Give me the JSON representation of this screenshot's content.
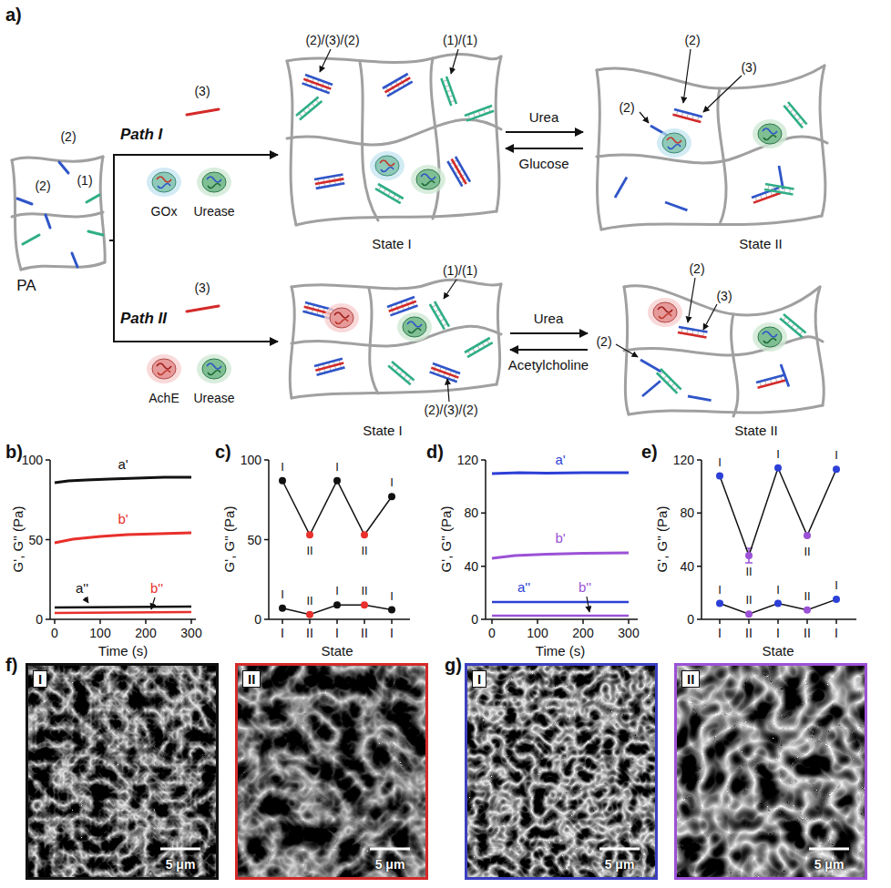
{
  "diagram": {
    "nodes": [
      {
        "text": [
          "(2)",
          "(1)",
          "(2)",
          "PA"
        ]
      },
      {
        "text": [
          "(2)/(3)/(2)",
          "(1)/(1)",
          "State I"
        ]
      },
      {
        "text": [
          "(2)",
          "(3)",
          "(2)",
          "State II"
        ]
      },
      {
        "text": [
          "(1)/(1)",
          "(2)/(3)/(2)",
          "State I"
        ]
      },
      {
        "text": [
          "(2)",
          "(3)",
          "(2)",
          "State II"
        ]
      },
      {
        "text": [
          "I",
          "5 μm"
        ]
      },
      {
        "text": [
          "II",
          "5 μm"
        ]
      },
      {
        "text": [
          "I",
          "5 μm"
        ]
      },
      {
        "text": [
          "II",
          "5 μm"
        ]
      }
    ],
    "edges": [
      {
        "from": 0,
        "to": 1,
        "arrow": "to",
        "label": "Path I"
      },
      {
        "from": 0,
        "to": 3,
        "arrow": "to",
        "label": "Path II"
      },
      {
        "from": 1,
        "to": 2,
        "arrow": "to",
        "label": "Urea"
      },
      {
        "from": 2,
        "to": 1,
        "arrow": "to",
        "label": "Glucose"
      },
      {
        "from": 3,
        "to": 4,
        "arrow": "to",
        "label": "Urea"
      },
      {
        "from": 4,
        "to": 3,
        "arrow": "to",
        "label": "Acetylcholine"
      }
    ],
    "labels": [
      "a)",
      "(3)",
      "GOx",
      "Urease",
      "(3)",
      "AchE",
      "Urease",
      "b)",
      "G', G'' (Pa)",
      "100",
      "50",
      "0",
      "0",
      "100",
      "200",
      "300",
      "Time (s)",
      "a'",
      "b'",
      "a''",
      "b''",
      "c)",
      "G', G'' (Pa)",
      "100",
      "50",
      "0",
      "I",
      "II",
      "I",
      "II",
      "I",
      "State",
      "I",
      "II",
      "I",
      "II",
      "I",
      "I",
      "II",
      "I",
      "II",
      "I",
      "d)",
      "G', G'' (Pa)",
      "120",
      "80",
      "40",
      "0",
      "0",
      "100",
      "200",
      "300",
      "Time (s)",
      "a'",
      "b'",
      "a''",
      "b''",
      "e)",
      "G', G'' (Pa)",
      "120",
      "80",
      "40",
      "0",
      "I",
      "II",
      "I",
      "II",
      "I",
      "State",
      "I",
      "II",
      "I",
      "II",
      "I",
      "I",
      "II",
      "I",
      "II",
      "I",
      "f)",
      "g)"
    ]
  }
}
